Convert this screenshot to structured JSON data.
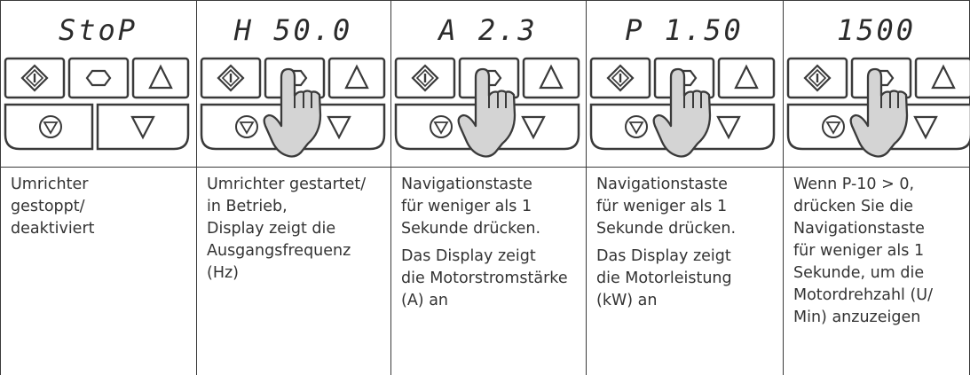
{
  "columns": [
    {
      "display": "StoP",
      "press": false,
      "desc": [
        "Umrichter\ngestoppt/\ndeaktiviert"
      ]
    },
    {
      "display": "H 50.0",
      "press": true,
      "desc": [
        "Umrichter gestartet/\nin Betrieb,\nDisplay zeigt die\nAusgangsfrequenz\n(Hz)"
      ]
    },
    {
      "display": "A   2.3",
      "press": true,
      "desc": [
        "Navigationstaste\nfür weniger als 1\nSekunde drücken.",
        "Das Display  zeigt\ndie Motorstromstärke\n(A) an"
      ]
    },
    {
      "display": "P   1.50",
      "press": true,
      "desc": [
        "Navigationstaste\nfür weniger als 1\nSekunde drücken.",
        "Das Display zeigt\ndie Motorleistung\n(kW) an"
      ]
    },
    {
      "display": "1500",
      "press": true,
      "desc": [
        "Wenn P-10 > 0,\ndrücken Sie die\nNavigationstaste\nfür weniger als 1\nSekunde, um die\nMotordrehzahl (U/\nMin) anzuzeigen"
      ]
    }
  ],
  "icons": {
    "start": "start-key-icon",
    "navigate": "navigate-key-icon",
    "up": "up-arrow-key-icon",
    "stop": "stop-key-icon",
    "down": "down-arrow-key-icon",
    "hand": "pressing-hand-icon"
  },
  "colors": {
    "line": "#3a3a3a",
    "hand_fill": "#d4d4d4"
  }
}
